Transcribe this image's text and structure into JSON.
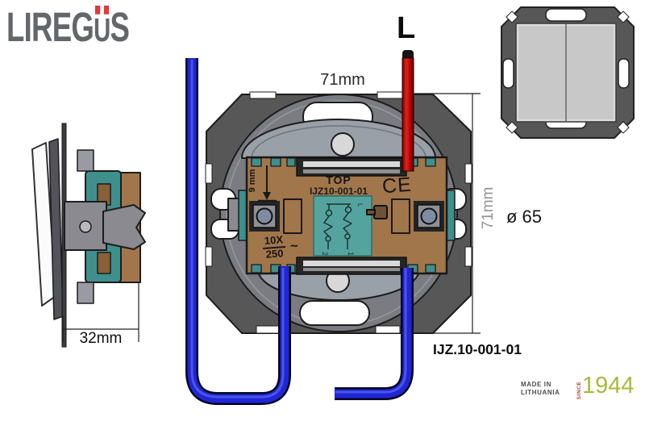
{
  "brand": {
    "logo_before": "LIREG",
    "logo_u": "U",
    "logo_after": "S"
  },
  "labels": {
    "live_wire": "L",
    "dim_width": "71mm",
    "dim_height": "71mm",
    "diameter": "ø 65",
    "side_depth": "32mm",
    "product_code": "IJZ.10-001-01"
  },
  "mechanism": {
    "top_mark": "TOP",
    "model": "IJZ10-001-01",
    "ce": "CE",
    "depth_mark": "9 mm",
    "rating_numerator": "10X",
    "rating_denominator": "250",
    "rating_tilde": "~",
    "schematic": {
      "line": "L",
      "term1": "1",
      "term2": "2"
    }
  },
  "badge": {
    "made_in": "MADE IN",
    "country": "LITHUANIA",
    "since": "SINCE",
    "year": "1944"
  },
  "colors": {
    "brand_gray": "#63676c",
    "brand_red": "#e03a3a",
    "plate_gray": "#575757",
    "circle_gray": "#7b7b82",
    "dome_gray": "#9aa0a7",
    "body_brown": "#a1764b",
    "teal": "#3f8f8c",
    "label_teal": "#54a39e",
    "wire_blue": "#2026d4",
    "wire_red": "#c80a0a",
    "terminal_blue_gray": "#7e8ba0",
    "rocker_gray": "#c8c8c8",
    "year_olive": "#a9ba3c",
    "since_red": "#b5442f",
    "dim_gray": "#949494"
  }
}
